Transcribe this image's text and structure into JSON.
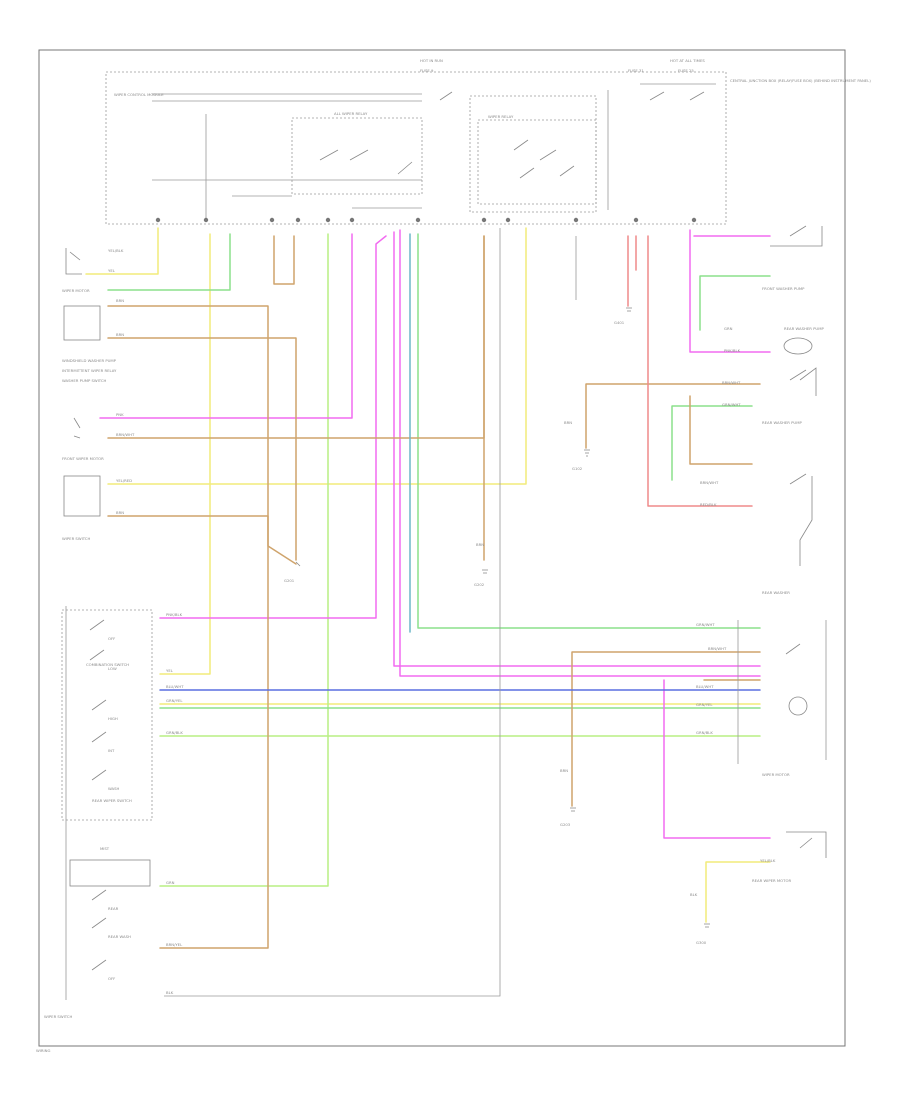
{
  "colors": {
    "yellow": "#f2ec7a",
    "green": "#8be08b",
    "pink": "#f26bf0",
    "tan": "#cfa46c",
    "blue": "#5a6fe0",
    "teal": "#6cb7c9",
    "red": "#ef8a8a",
    "lime": "#b9ef84",
    "wire_gray": "#9a9a9a"
  },
  "labels": {
    "top_fuse_left": "HOT IN RUN",
    "top_fuse_right": "HOT AT ALL TIMES",
    "top_sub_left": "FUSE 9",
    "top_sub_mid": "FUSE 31",
    "top_sub_right": "FUSE 25",
    "central_junction": "CENTRAL JUNCTION BOX (RELAY/FUSE BOX) (BEHIND INSTRUMENT PANEL)",
    "relay_left": "ALL WIPER RELAY",
    "relay_mid": "WIPER RELAY",
    "left_module": "WIPER CONTROL MODULE",
    "a_wiper_motor": "WIPER MOTOR",
    "sw_front_wiper": "FRONT WIPER MOTOR",
    "left_note_1": "WINDSHIELD WASHER PUMP",
    "left_note_2": "INTERMITTENT WIPER RELAY",
    "left_note_3": "WASHER PUMP SWITCH",
    "left_note_4": "WIPER SWITCH",
    "wiper_motor_right": "WIPER MOTOR",
    "front_washer_1": "FRONT WASHER PUMP",
    "front_washer_2": "REAR WASHER PUMP",
    "front_washer_3": "REAR WASHER PUMP",
    "front_washer_4": "REAR WASHER",
    "ground_a": "G102",
    "ground_b": "G201",
    "ground_c": "G202",
    "ground_d": "G203",
    "ground_e": "G300",
    "ground_f": "G401",
    "combo_switch": "COMBINATION SWITCH",
    "rear_wiper_sw": "REAR WIPER SWITCH",
    "rear_motor": "REAR WIPER MOTOR",
    "bottom_left_module": "WIPER SWITCH",
    "page_ref": "WIRING"
  },
  "switch_labels": {
    "s1": "OFF",
    "s2": "LOW",
    "s3": "HIGH",
    "s4": "INT",
    "s5": "WASH",
    "s6": "MIST",
    "s7": "REAR",
    "s8": "REAR WASH",
    "s9": "OFF"
  },
  "wire_codes": {
    "c1": "YEL/BLK",
    "c2": "YEL",
    "c3": "BRN",
    "c4": "GRN",
    "c5": "PNK",
    "c6": "BLU",
    "c7": "BRN/YEL",
    "c8": "GRN/YEL",
    "c9": "BLU/WHT",
    "c10": "GRN/BLK",
    "c11": "YEL/RED",
    "c12": "RED/BLK",
    "c13": "BRN/WHT",
    "c14": "BLK",
    "c15": "PNK/BLK",
    "c16": "GRN/WHT"
  }
}
